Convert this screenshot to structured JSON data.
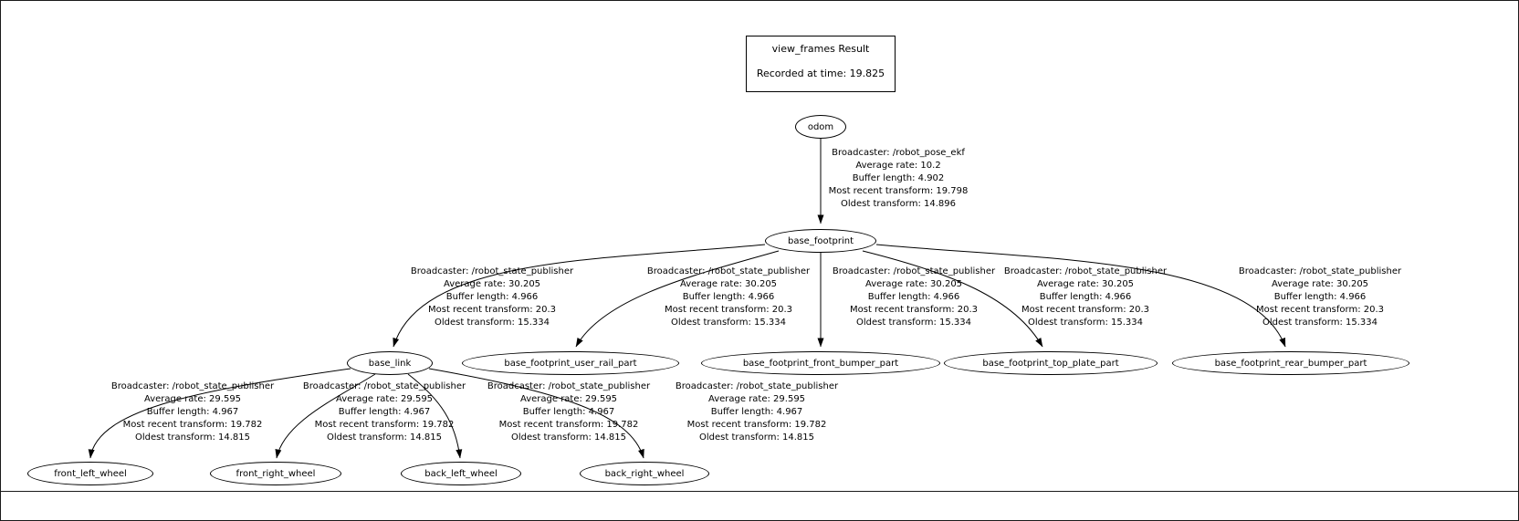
{
  "title_box": {
    "title": "view_frames Result",
    "recorded": "Recorded at time: 19.825"
  },
  "nodes": {
    "odom": "odom",
    "base_footprint": "base_footprint",
    "base_link": "base_link",
    "user_rail": "base_footprint_user_rail_part",
    "front_bumper": "base_footprint_front_bumper_part",
    "top_plate": "base_footprint_top_plate_part",
    "rear_bumper": "base_footprint_rear_bumper_part",
    "front_left_wheel": "front_left_wheel",
    "front_right_wheel": "front_right_wheel",
    "back_left_wheel": "back_left_wheel",
    "back_right_wheel": "back_right_wheel"
  },
  "edges": {
    "odom_to_base_footprint": {
      "broadcaster": "Broadcaster: /robot_pose_ekf",
      "average_rate": "Average rate: 10.2",
      "buffer_length": "Buffer length: 4.902",
      "most_recent": "Most recent transform: 19.798",
      "oldest": "Oldest transform: 14.896"
    },
    "base_footprint_to_base_link": {
      "broadcaster": "Broadcaster: /robot_state_publisher",
      "average_rate": "Average rate: 30.205",
      "buffer_length": "Buffer length: 4.966",
      "most_recent": "Most recent transform: 20.3",
      "oldest": "Oldest transform: 15.334"
    },
    "base_footprint_to_user_rail": {
      "broadcaster": "Broadcaster: /robot_state_publisher",
      "average_rate": "Average rate: 30.205",
      "buffer_length": "Buffer length: 4.966",
      "most_recent": "Most recent transform: 20.3",
      "oldest": "Oldest transform: 15.334"
    },
    "base_footprint_to_front_bumper": {
      "broadcaster": "Broadcaster: /robot_state_publisher",
      "average_rate": "Average rate: 30.205",
      "buffer_length": "Buffer length: 4.966",
      "most_recent": "Most recent transform: 20.3",
      "oldest": "Oldest transform: 15.334"
    },
    "base_footprint_to_top_plate": {
      "broadcaster": "Broadcaster: /robot_state_publisher",
      "average_rate": "Average rate: 30.205",
      "buffer_length": "Buffer length: 4.966",
      "most_recent": "Most recent transform: 20.3",
      "oldest": "Oldest transform: 15.334"
    },
    "base_footprint_to_rear_bumper": {
      "broadcaster": "Broadcaster: /robot_state_publisher",
      "average_rate": "Average rate: 30.205",
      "buffer_length": "Buffer length: 4.966",
      "most_recent": "Most recent transform: 20.3",
      "oldest": "Oldest transform: 15.334"
    },
    "base_link_to_front_left_wheel": {
      "broadcaster": "Broadcaster: /robot_state_publisher",
      "average_rate": "Average rate: 29.595",
      "buffer_length": "Buffer length: 4.967",
      "most_recent": "Most recent transform: 19.782",
      "oldest": "Oldest transform: 14.815"
    },
    "base_link_to_front_right_wheel": {
      "broadcaster": "Broadcaster: /robot_state_publisher",
      "average_rate": "Average rate: 29.595",
      "buffer_length": "Buffer length: 4.967",
      "most_recent": "Most recent transform: 19.782",
      "oldest": "Oldest transform: 14.815"
    },
    "base_link_to_back_left_wheel": {
      "broadcaster": "Broadcaster: /robot_state_publisher",
      "average_rate": "Average rate: 29.595",
      "buffer_length": "Buffer length: 4.967",
      "most_recent": "Most recent transform: 19.782",
      "oldest": "Oldest transform: 14.815"
    },
    "base_link_to_back_right_wheel": {
      "broadcaster": "Broadcaster: /robot_state_publisher",
      "average_rate": "Average rate: 29.595",
      "buffer_length": "Buffer length: 4.967",
      "most_recent": "Most recent transform: 19.782",
      "oldest": "Oldest transform: 14.815"
    }
  }
}
